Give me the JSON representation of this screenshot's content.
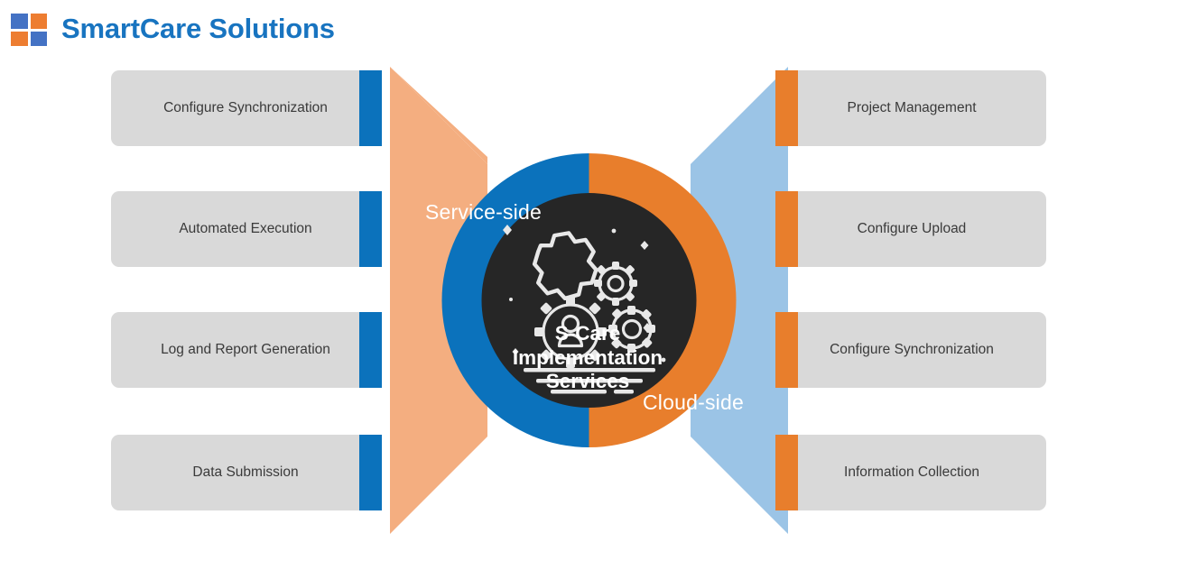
{
  "header": {
    "brand": "SmartCare Solutions",
    "logo": {
      "name": "smartcare-logo",
      "tiles": [
        "blue",
        "orange",
        "orange",
        "blue"
      ],
      "blue": "#4472C4",
      "orange": "#ED7D31"
    }
  },
  "hub": {
    "title_lines": [
      "S-Care",
      "Implementation",
      "Services"
    ],
    "icon": "gears-with-person-icon",
    "left_half_color": "#0B72BC",
    "right_half_color": "#E87E2C",
    "inner_color": "#262626"
  },
  "side_labels": {
    "left": "Service-side",
    "right": "Cloud-side"
  },
  "arrows": {
    "left_color": "#F4AE80",
    "right_color": "#9BC4E6"
  },
  "theme": {
    "blue": "#0B72BC",
    "orange": "#E87E2C",
    "light_blue": "#9BC4E6",
    "peach": "#F4AE80",
    "box_gray": "#D9D9D9",
    "text_gray": "#3A3A3A",
    "brand_blue": "#1874C0"
  },
  "left_items": [
    {
      "label": "Configure Synchronization"
    },
    {
      "label": "Automated Execution"
    },
    {
      "label": "Log and Report Generation"
    },
    {
      "label": "Data Submission"
    }
  ],
  "right_items": [
    {
      "label": "Project Management"
    },
    {
      "label": "Configure Upload"
    },
    {
      "label": "Configure Synchronization"
    },
    {
      "label": "Information Collection"
    }
  ]
}
